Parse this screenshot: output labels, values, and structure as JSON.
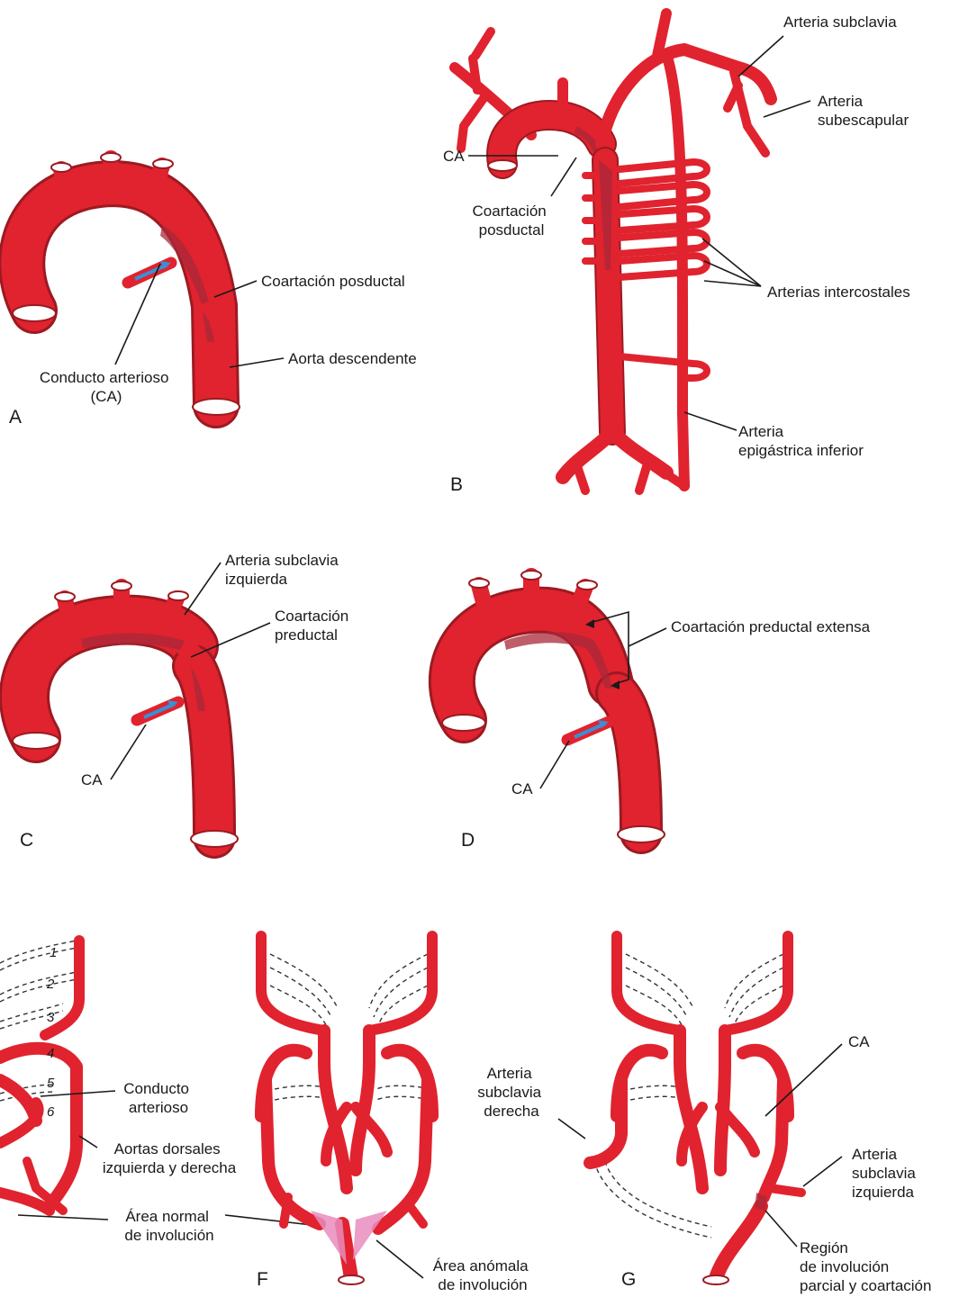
{
  "panels": {
    "A": {
      "letter": "A",
      "labels": {
        "ca": "Conducto arterioso\n(CA)",
        "coart": "Coartación posductal",
        "aorta": "Aorta descendente"
      }
    },
    "B": {
      "letter": "B",
      "labels": {
        "subclavia": "Arteria subclavia",
        "subescapular": "Arteria\nsubescapular",
        "ca": "CA",
        "coart": "Coartación\nposductal",
        "intercostales": "Arterias intercostales",
        "epigastrica": "Arteria\nepigástrica inferior"
      }
    },
    "C": {
      "letter": "C",
      "labels": {
        "subclavia": "Arteria subclavia\nizquierda",
        "coart": "Coartación\npreductal",
        "ca": "CA"
      }
    },
    "D": {
      "letter": "D",
      "labels": {
        "coart": "Coartación preductal extensa",
        "ca": "CA"
      }
    },
    "E": {
      "arch_numbers": [
        "1",
        "2",
        "3",
        "4",
        "5",
        "6"
      ],
      "labels": {
        "conducto": "Conducto\narterioso",
        "aortas": "Aortas dorsales\nizquierda y derecha",
        "normal": "Área normal\nde involución"
      }
    },
    "F": {
      "letter": "F",
      "labels": {
        "anomala": "Área anómala\nde involución"
      }
    },
    "G": {
      "letter": "G",
      "labels": {
        "subclavia_der": "Arteria\nsubclavia\nderecha",
        "ca": "CA",
        "subclavia_izq": "Arteria\nsubclavia\nizquierda",
        "region": "Región\nde involución\nparcial y coartación"
      }
    }
  },
  "colors": {
    "vessel": "#e0232e",
    "vessel_shadow": "#9c1a22",
    "narrowing": "#a8283a",
    "involution_area": "#e98cbe",
    "flow_arrow": "#3b8fd6",
    "text": "#1a1a1a"
  }
}
